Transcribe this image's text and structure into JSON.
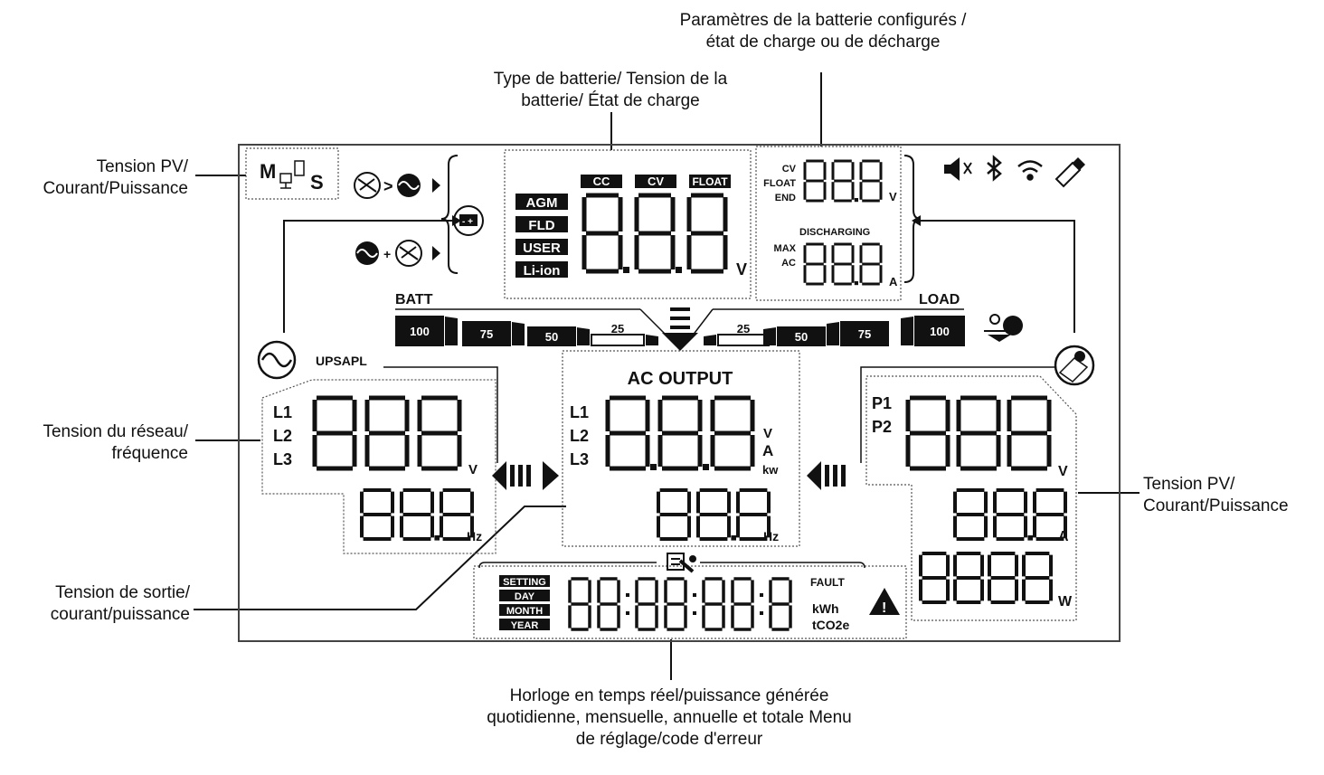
{
  "callouts": {
    "pv_left": [
      "Tension PV/",
      "Courant/Puissance"
    ],
    "battery_type": [
      "Type de batterie/ Tension de la",
      "batterie/ État de charge"
    ],
    "battery_params": [
      "Paramètres de la batterie configurés /",
      "état de charge ou de décharge"
    ],
    "grid": [
      "Tension du réseau/",
      "fréquence"
    ],
    "output": [
      "Tension de sortie/",
      "courant/puissance"
    ],
    "pv_right": [
      "Tension PV/",
      "Courant/Puissance"
    ],
    "clock": [
      "Horloge en temps réel/puissance générée",
      "quotidienne, mensuelle, annuelle et totale Menu",
      "de réglage/code d'erreur"
    ]
  },
  "lcd": {
    "mode": {
      "m": "M",
      "s": "S"
    },
    "battery_types": [
      "AGM",
      "FLD",
      "USER",
      "Li-ion"
    ],
    "charge_modes": [
      "CC",
      "CV",
      "FLOAT"
    ],
    "batt_volt_digits": "8.8.8",
    "unit_v": "V",
    "unit_a": "A",
    "unit_hz": "Hz",
    "unit_w": "W",
    "unit_kw": "kw",
    "cv_labels": [
      "CV",
      "FLOAT",
      "END"
    ],
    "discharging": "DISCHARGING",
    "max_ac": [
      "MAX",
      "AC"
    ],
    "batt_label": "BATT",
    "load_label": "LOAD",
    "batt_levels": [
      "100",
      "75",
      "50",
      "25"
    ],
    "load_levels": [
      "25",
      "50",
      "75",
      "100"
    ],
    "upsapl": "UPSAPL",
    "phases": [
      "L1",
      "L2",
      "L3"
    ],
    "pv_inputs": [
      "P1",
      "P2"
    ],
    "ac_output": "AC OUTPUT",
    "clock_modes": [
      "SETTING",
      "DAY",
      "MONTH",
      "YEAR"
    ],
    "fault": "FAULT",
    "energy_units": [
      "kWh",
      "tCO2e"
    ],
    "digit": "8"
  }
}
